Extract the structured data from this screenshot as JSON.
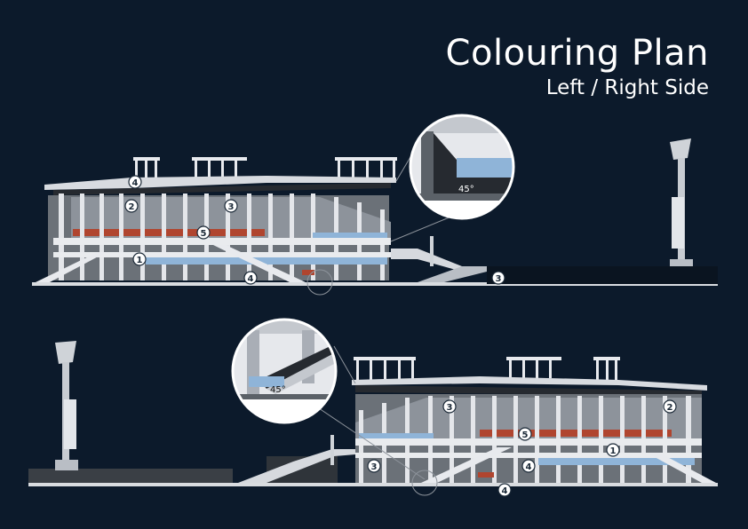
{
  "header": {
    "title": "Colouring Plan",
    "subtitle": "Left / Right Side"
  },
  "top_elevation": {
    "markers": [
      "4",
      "2",
      "3",
      "5",
      "1",
      "4",
      "3"
    ],
    "detail_angle": "45°"
  },
  "bottom_elevation": {
    "markers": [
      "3",
      "2",
      "5",
      "1",
      "4",
      "3",
      "4"
    ],
    "detail_angle": "45°"
  },
  "colors": {
    "background": "#0c1a2b",
    "structure_light": "#e6e8ec",
    "structure_mid": "#a9aeb6",
    "structure_dark": "#5b6168",
    "roof_dark": "#262a30",
    "glass_blue": "#8fb4d8",
    "seating_red": "#b0452f",
    "marker_fill": "#ffffff"
  }
}
